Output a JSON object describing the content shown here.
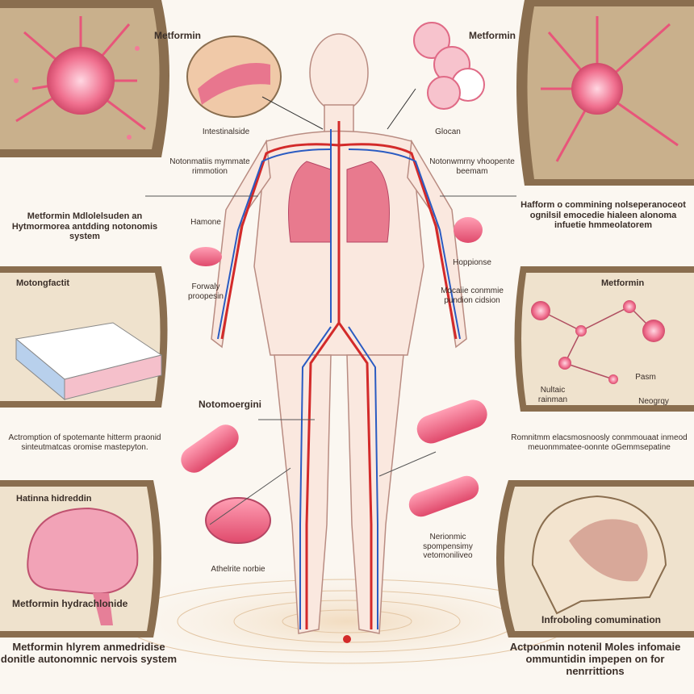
{
  "labels": {
    "top_left_metformin": "Metformin",
    "top_right_metformin": "Metformin",
    "intestine": "Intestinalside",
    "nerve_block": "Notonmatiis mymmate rimmotion",
    "glucose": "Glocan",
    "bloodstream": "Notonwmrny vhoopente beemam",
    "left_heading": "Metformin Mdlolelsuden an Hytmormorea antdding notonomis system",
    "hormone": "Hamone",
    "forms": "Forwaly proopesin",
    "right_heading": "Hafform o commining nolseperanoceot ognilsil emocedie hialeen alonoma infuetie hmmeolatorem",
    "hepatic": "Hoppionse",
    "metric_control": "Mocaiie conmmie pundion cidsion",
    "left_box_title": "Motongfactit",
    "right_box_title": "Metformin",
    "neuro": "Notomoergini",
    "bottom_left_desc": "Actromption of spotemante hitterm praonid sinteutmatcas oromise mastepyton.",
    "bottom_right_desc": "Romnitmm elacsmosnoosly conmmouaat inmeod meuonmmatee-oonnte oGemmsepatine",
    "receptor_a": "Nultaic rainman",
    "receptor_b": "Pasm",
    "receptor_c": "Neogrqy",
    "brain_title": "Hatinna hidreddin",
    "brain_caption": "Metformin hydrachlonide",
    "center_bottom": "Nerionmic spompensimy vetomoniliveo",
    "center_small": "Athelrite norbie",
    "skull_caption": "Infroboling comumination",
    "footer_left": "Metformin hlyrem anmedridise donitle autonomnic nervois system",
    "footer_right": "Actponmin notenil Moles infomaie ommuntidin impepen on for nenrrittions"
  },
  "colors": {
    "accent_pink": "#e8557a",
    "artery_red": "#d32a2a",
    "vein_blue": "#2a5bc2",
    "panel_brown": "#8a7254",
    "panel_bg": "#e9ddc8"
  }
}
